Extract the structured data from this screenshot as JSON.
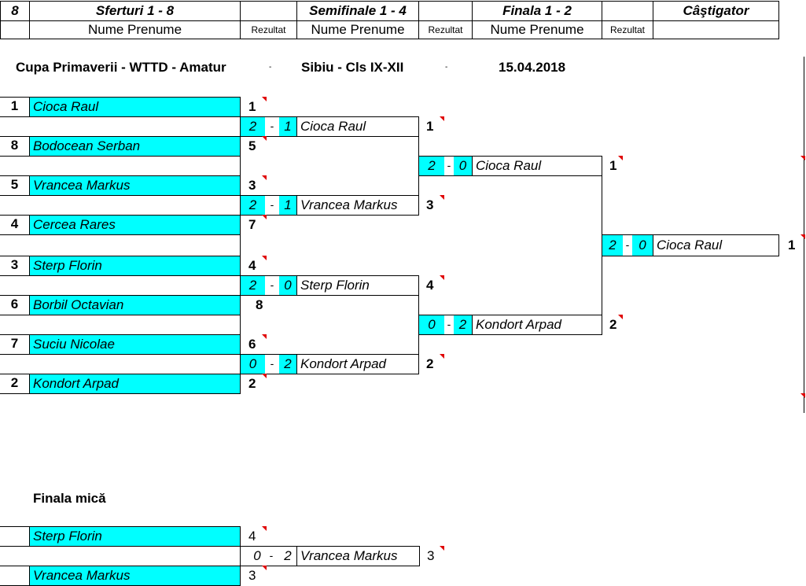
{
  "header": {
    "col_seed": "8",
    "col_quarter": "Sferturi 1 - 8",
    "col_semi": "Semifinale 1 - 4",
    "col_final": "Finala 1 - 2",
    "col_winner": "Câştigator",
    "sub_name": "Nume Prenume",
    "sub_result": "Rezultat"
  },
  "title": {
    "event": "Cupa Primaverii - WTTD - Amatur",
    "sep1": "-",
    "location": "Sibiu - Cls IX-XII",
    "sep2": "-",
    "date": "15.04.2018"
  },
  "quarter": [
    {
      "seed": "1",
      "name": "Cioca Raul",
      "result": "1"
    },
    {
      "seed": "8",
      "name": "Bodocean Serban",
      "result": "5"
    },
    {
      "seed": "5",
      "name": "Vrancea Markus",
      "result": "3"
    },
    {
      "seed": "4",
      "name": "Cercea Rares",
      "result": "7"
    },
    {
      "seed": "3",
      "name": "Sterp Florin",
      "result": "4"
    },
    {
      "seed": "6",
      "name": "Borbil Octavian",
      "result": "8"
    },
    {
      "seed": "7",
      "name": "Suciu Nicolae",
      "result": "6"
    },
    {
      "seed": "2",
      "name": "Kondort Arpad",
      "result": "2"
    }
  ],
  "semi": [
    {
      "s1": "2",
      "dash": "-",
      "s2": "1",
      "name": "Cioca Raul",
      "result": "1"
    },
    {
      "s1": "2",
      "dash": "-",
      "s2": "1",
      "name": "Vrancea Markus",
      "result": "3"
    },
    {
      "s1": "2",
      "dash": "-",
      "s2": "0",
      "name": "Sterp Florin",
      "result": "4"
    },
    {
      "s1": "0",
      "dash": "-",
      "s2": "2",
      "name": "Kondort Arpad",
      "result": "2"
    }
  ],
  "final": [
    {
      "s1": "2",
      "dash": "-",
      "s2": "0",
      "name": "Cioca Raul",
      "result": "1"
    },
    {
      "s1": "0",
      "dash": "-",
      "s2": "2",
      "name": "Kondort Arpad",
      "result": "2"
    }
  ],
  "winner": {
    "s1": "2",
    "dash": "-",
    "s2": "0",
    "name": "Cioca Raul",
    "result": "1"
  },
  "small_final": {
    "title": "Finala mică",
    "p1": {
      "name": "Sterp Florin",
      "result": "4"
    },
    "p2": {
      "name": "Vrancea Markus",
      "result": "3"
    },
    "match": {
      "s1": "0",
      "dash": "-",
      "s2": "2",
      "name": "Vrancea Markus",
      "result": "3"
    }
  },
  "colors": {
    "highlight": "#00ffff",
    "marker": "#e00000"
  }
}
